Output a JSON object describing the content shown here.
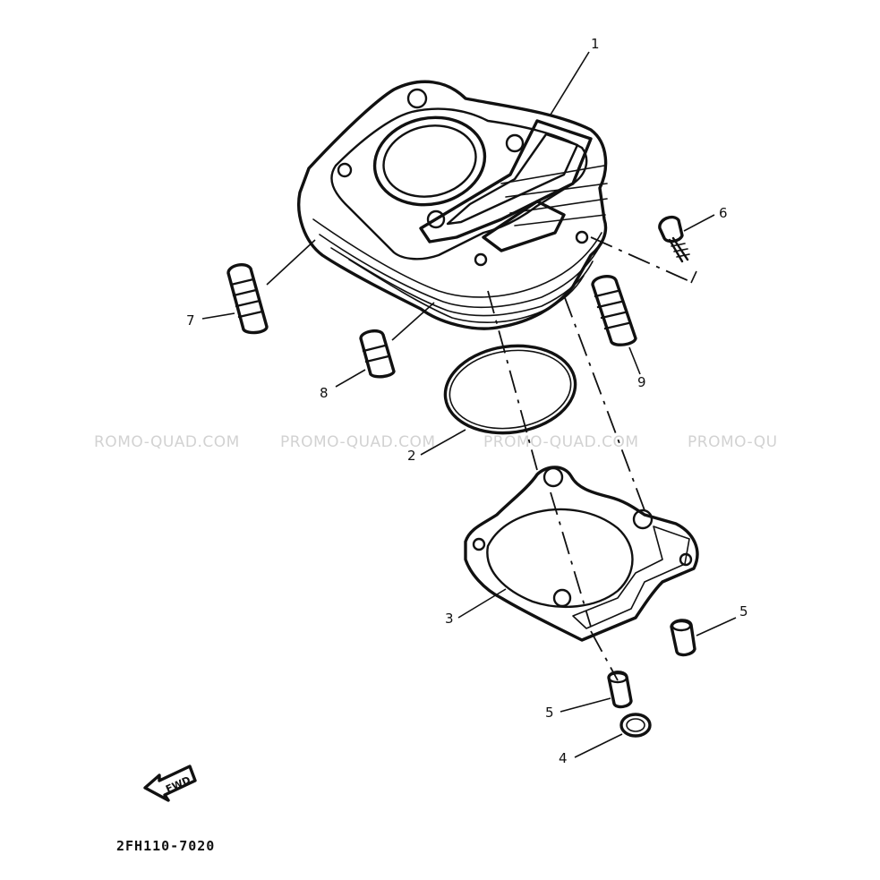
{
  "diagram": {
    "part_number": "2FH110-7020",
    "direction_label": "FWD",
    "watermarks": [
      "ROMO-QUAD.COM",
      "PROMO-QUAD.COM",
      "PROMO-QUAD.COM",
      "PROMO-QU"
    ],
    "callouts": [
      {
        "number": "1",
        "part": "cylinder"
      },
      {
        "number": "2",
        "part": "o-ring"
      },
      {
        "number": "3",
        "part": "cylinder-gasket"
      },
      {
        "number": "4",
        "part": "o-ring-small"
      },
      {
        "number": "5",
        "part": "dowel-pin-right"
      },
      {
        "number": "5",
        "part": "dowel-pin-left"
      },
      {
        "number": "6",
        "part": "bolt"
      },
      {
        "number": "7",
        "part": "stud-bolt-left"
      },
      {
        "number": "8",
        "part": "stud-bolt-short"
      },
      {
        "number": "9",
        "part": "stud-bolt-right"
      }
    ]
  }
}
